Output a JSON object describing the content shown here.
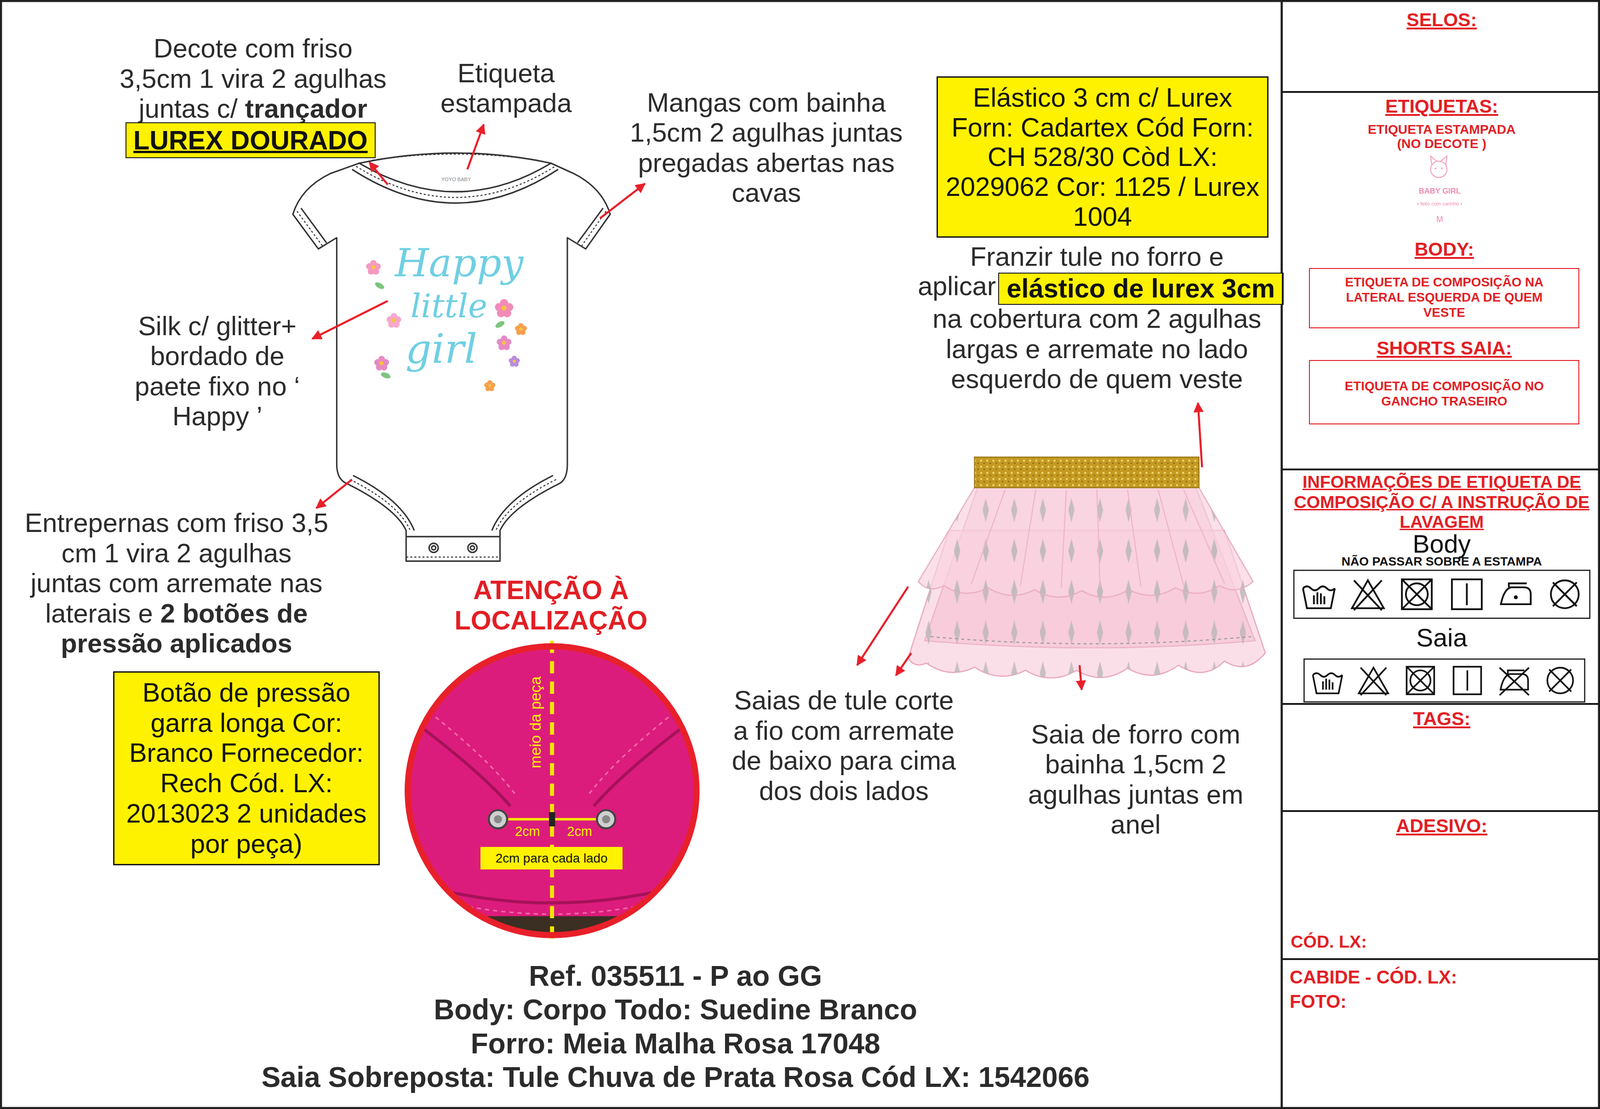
{
  "diagram": {
    "nodes": [
      {
        "text": [
          "LUREX DOURADO"
        ]
      },
      {
        "text": [
          "Elástico 3 cm c/ Lurex Forn: Cadartex Cód Forn: CH 528/30 Còd LX: 2029062 Cor: 1125 / Lurex 1004"
        ]
      },
      {
        "text": [
          "elástico de lurex 3cm"
        ]
      },
      {
        "text": [
          "Botão de pressão garra longa Cor: Branco Fornecedor: Rech Cód. LX: 2013023 2 unidades por peça)"
        ]
      },
      {
        "text": [
          "meio da peça",
          "2cm",
          "2cm"
        ]
      },
      {
        "text": [
          "2cm para cada lado"
        ],
        "in": 4
      },
      {
        "text": [
          "SELOS:"
        ]
      },
      {
        "text": [
          "ETIQUETAS:",
          "ETIQUETA ESTAMPADA (NO DECOTE )",
          "BABY GIRL",
          "• feito com carinho •",
          "M"
        ]
      },
      {
        "text": [
          "BODY:",
          "ETIQUETA DE COMPOSIÇÃO NA LATERAL ESQUERDA DE QUEM VESTE"
        ],
        "in": 7
      },
      {
        "text": [
          "SHORTS SAIA:",
          "ETIQUETA DE COMPOSIÇÃO NO GANCHO TRASEIRO"
        ],
        "in": 7
      },
      {
        "text": [
          "INFORMAÇÕES DE ETIQUETA DE COMPOSIÇÃO C/ A INSTRUÇÃO DE LAVAGEM",
          "Body",
          "NÃO PASSAR SOBRE A ESTAMPA",
          "Saia"
        ]
      },
      {
        "text": [
          "TAGS:"
        ]
      },
      {
        "text": [
          "ADESIVO:",
          "CÓD. LX:"
        ]
      },
      {
        "text": [
          "CABIDE - CÓD. LX:",
          "FOTO:"
        ]
      }
    ],
    "labels": [
      "Decote com friso 3,5cm 1 vira 2 agulhas juntas c/",
      "trançador",
      "Etiqueta estampada",
      "Mangas com bainha 1,5cm 2 agulhas juntas pregadas abertas nas cavas",
      "YOYO BABY",
      "Happy",
      "little",
      "girl",
      "Silk c/ glitter+ bordado de paete fixo no ‘ Happy ’",
      "Entrepernas com friso 3,5 cm 1 vira 2 agulhas juntas com arremate nas laterais e",
      "2 botões de pressão aplicados",
      "ATENÇÃO À LOCALIZAÇÃO",
      "Franzir tule no forro e",
      "aplicar",
      "na cobertura com 2 agulhas largas e arremate no lado esquerdo de quem veste",
      "Saias de tule corte a fio com arremate de baixo para cima dos dois lados",
      "Saia de forro com bainha 1,5cm 2 agulhas juntas em anel",
      "Ref. 035511 - P ao GG",
      "Body: Corpo Todo: Suedine Branco",
      "Forro: Meia Malha Rosa 17048",
      "Saia Sobreposta: Tule Chuva de Prata Rosa Cód LX: 1542066"
    ]
  }
}
